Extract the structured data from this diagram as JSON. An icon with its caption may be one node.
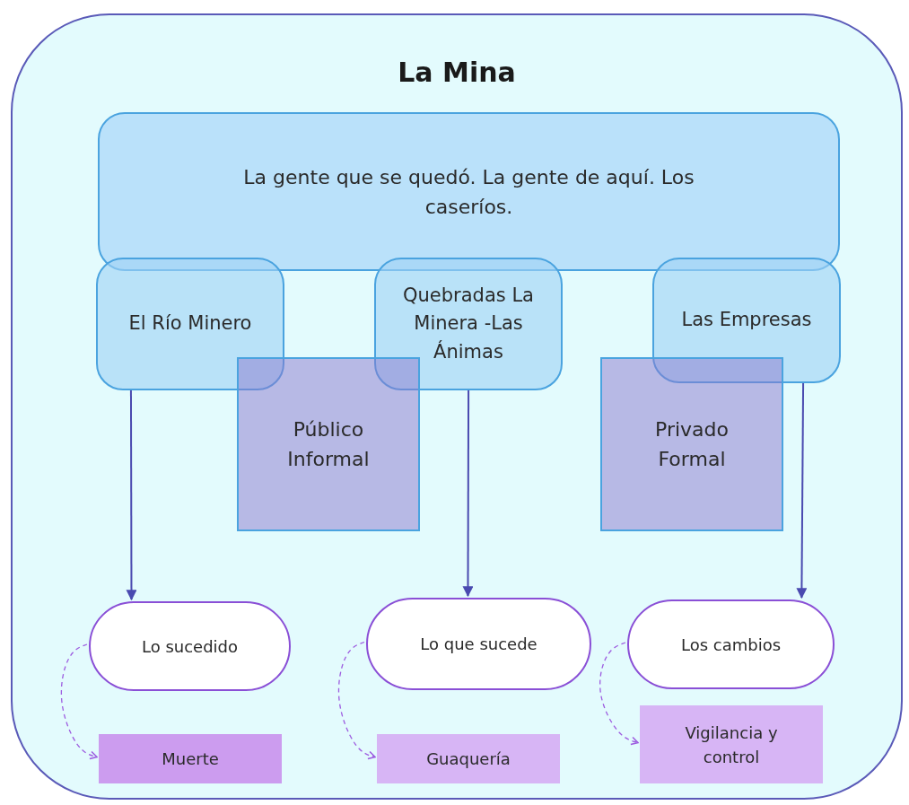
{
  "diagram": {
    "nodes": [
      {
        "text": [
          "La Mina"
        ]
      },
      {
        "text": [
          "La gente que se quedó. La gente de aquí. Los caseríos."
        ],
        "in": 0
      },
      {
        "text": [
          "El Río Minero"
        ],
        "in": 0
      },
      {
        "text": [
          "Quebradas La Minera -Las Ánimas"
        ],
        "in": 0
      },
      {
        "text": [
          "Las Empresas"
        ],
        "in": 0
      },
      {
        "text": [
          "Público Informal"
        ],
        "in": 0
      },
      {
        "text": [
          "Privado Formal"
        ],
        "in": 0
      },
      {
        "text": [
          "Lo sucedido"
        ],
        "in": 0
      },
      {
        "text": [
          "Lo que sucede"
        ],
        "in": 0
      },
      {
        "text": [
          "Los cambios"
        ],
        "in": 0
      },
      {
        "text": [
          "Muerte"
        ],
        "in": 0
      },
      {
        "text": [
          "Guaquería"
        ],
        "in": 0
      },
      {
        "text": [
          "Vigilancia y control"
        ],
        "in": 0
      }
    ],
    "edges": [
      {
        "from": 2,
        "to": 7,
        "arrow": "to"
      },
      {
        "from": 3,
        "to": 8,
        "arrow": "to"
      },
      {
        "from": 4,
        "to": 9,
        "arrow": "to"
      },
      {
        "from": 7,
        "to": 10,
        "arrow": "to",
        "style": "dashed",
        "color": "#9d5ce0"
      },
      {
        "from": 8,
        "to": 11,
        "arrow": "to",
        "style": "dashed",
        "color": "#9d5ce0"
      },
      {
        "from": 9,
        "to": 12,
        "arrow": "to",
        "style": "dashed",
        "color": "#9d5ce0"
      }
    ]
  }
}
